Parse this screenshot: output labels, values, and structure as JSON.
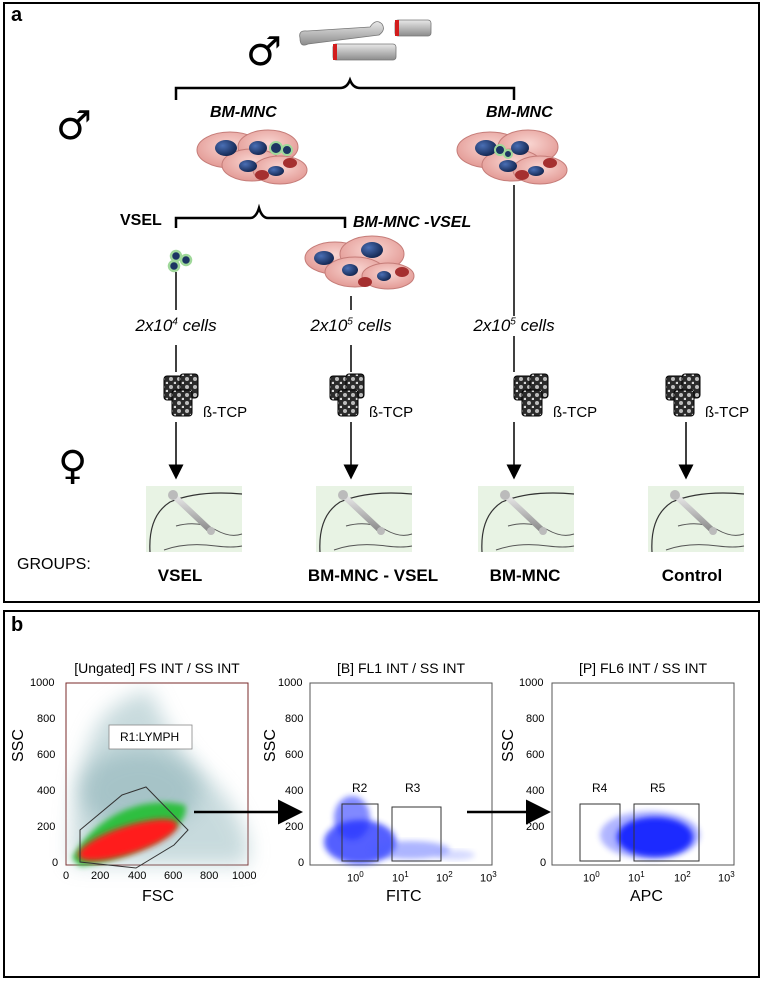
{
  "panel_a": {
    "label": "a",
    "male_symbol": "♂",
    "female_symbol": "♀",
    "bm_mnc_left": "BM-MNC",
    "bm_mnc_right": "BM-MNC",
    "vsel_label": "VSEL",
    "bm_mnc_vsel_label": "BM-MNC -VSEL",
    "cells": [
      {
        "base": "2x10",
        "exp": "4",
        "suffix": " cells"
      },
      {
        "base": "2x10",
        "exp": "5",
        "suffix": " cells"
      },
      {
        "base": "2x10",
        "exp": "5",
        "suffix": " cells"
      }
    ],
    "tcp_label": "ß-TCP",
    "groups_label": "GROUPS:",
    "groups": [
      "VSEL",
      "BM-MNC  - VSEL",
      "BM-MNC",
      "Control"
    ]
  },
  "panel_b": {
    "label": "b",
    "plots": [
      {
        "title": "[Ungated] FS INT / SS INT",
        "xlabel": "FSC",
        "ylabel": "SSC",
        "yticks": [
          "1000",
          "800",
          "600",
          "400",
          "200",
          "0"
        ],
        "xticks": [
          "0",
          "200",
          "400",
          "600",
          "800",
          "1000"
        ],
        "gates": [
          "R1:LYMPH"
        ]
      },
      {
        "title": "[B] FL1 INT / SS INT",
        "xlabel": "FITC",
        "ylabel": "SSC",
        "yticks": [
          "1000",
          "800",
          "600",
          "400",
          "200",
          "0"
        ],
        "xticks": [
          "10",
          "10",
          "10",
          "10"
        ],
        "xtick_exps": [
          "0",
          "1",
          "2",
          "3"
        ],
        "gates": [
          "R2",
          "R3"
        ]
      },
      {
        "title": "[P] FL6 INT / SS INT",
        "xlabel": "APC",
        "ylabel": "SSC",
        "yticks": [
          "1000",
          "800",
          "600",
          "400",
          "200",
          "0"
        ],
        "xticks": [
          "10",
          "10",
          "10",
          "10"
        ],
        "xtick_exps": [
          "0",
          "1",
          "2",
          "3"
        ],
        "gates": [
          "R4",
          "R5"
        ]
      }
    ],
    "colors": {
      "ungated_bg": "#8fb3b8",
      "lymph_green": "#2fbf3f",
      "lymph_red": "#ff1a1a",
      "events_blue": "#1a2cff"
    }
  }
}
